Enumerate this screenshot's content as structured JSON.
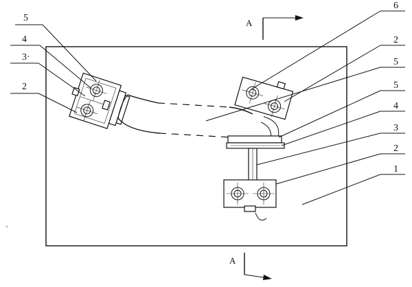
{
  "diagram": {
    "section_mark_top": "A",
    "section_mark_bottom": "A",
    "labels": {
      "left_5": "5",
      "left_4": "4",
      "left_3": "3·",
      "left_2": "2",
      "right_6": "6",
      "right_2a": "2",
      "right_5a": "5",
      "right_5b": "5",
      "right_4": "4",
      "right_3": "3",
      "right_2b": "2",
      "right_1": "1"
    }
  }
}
